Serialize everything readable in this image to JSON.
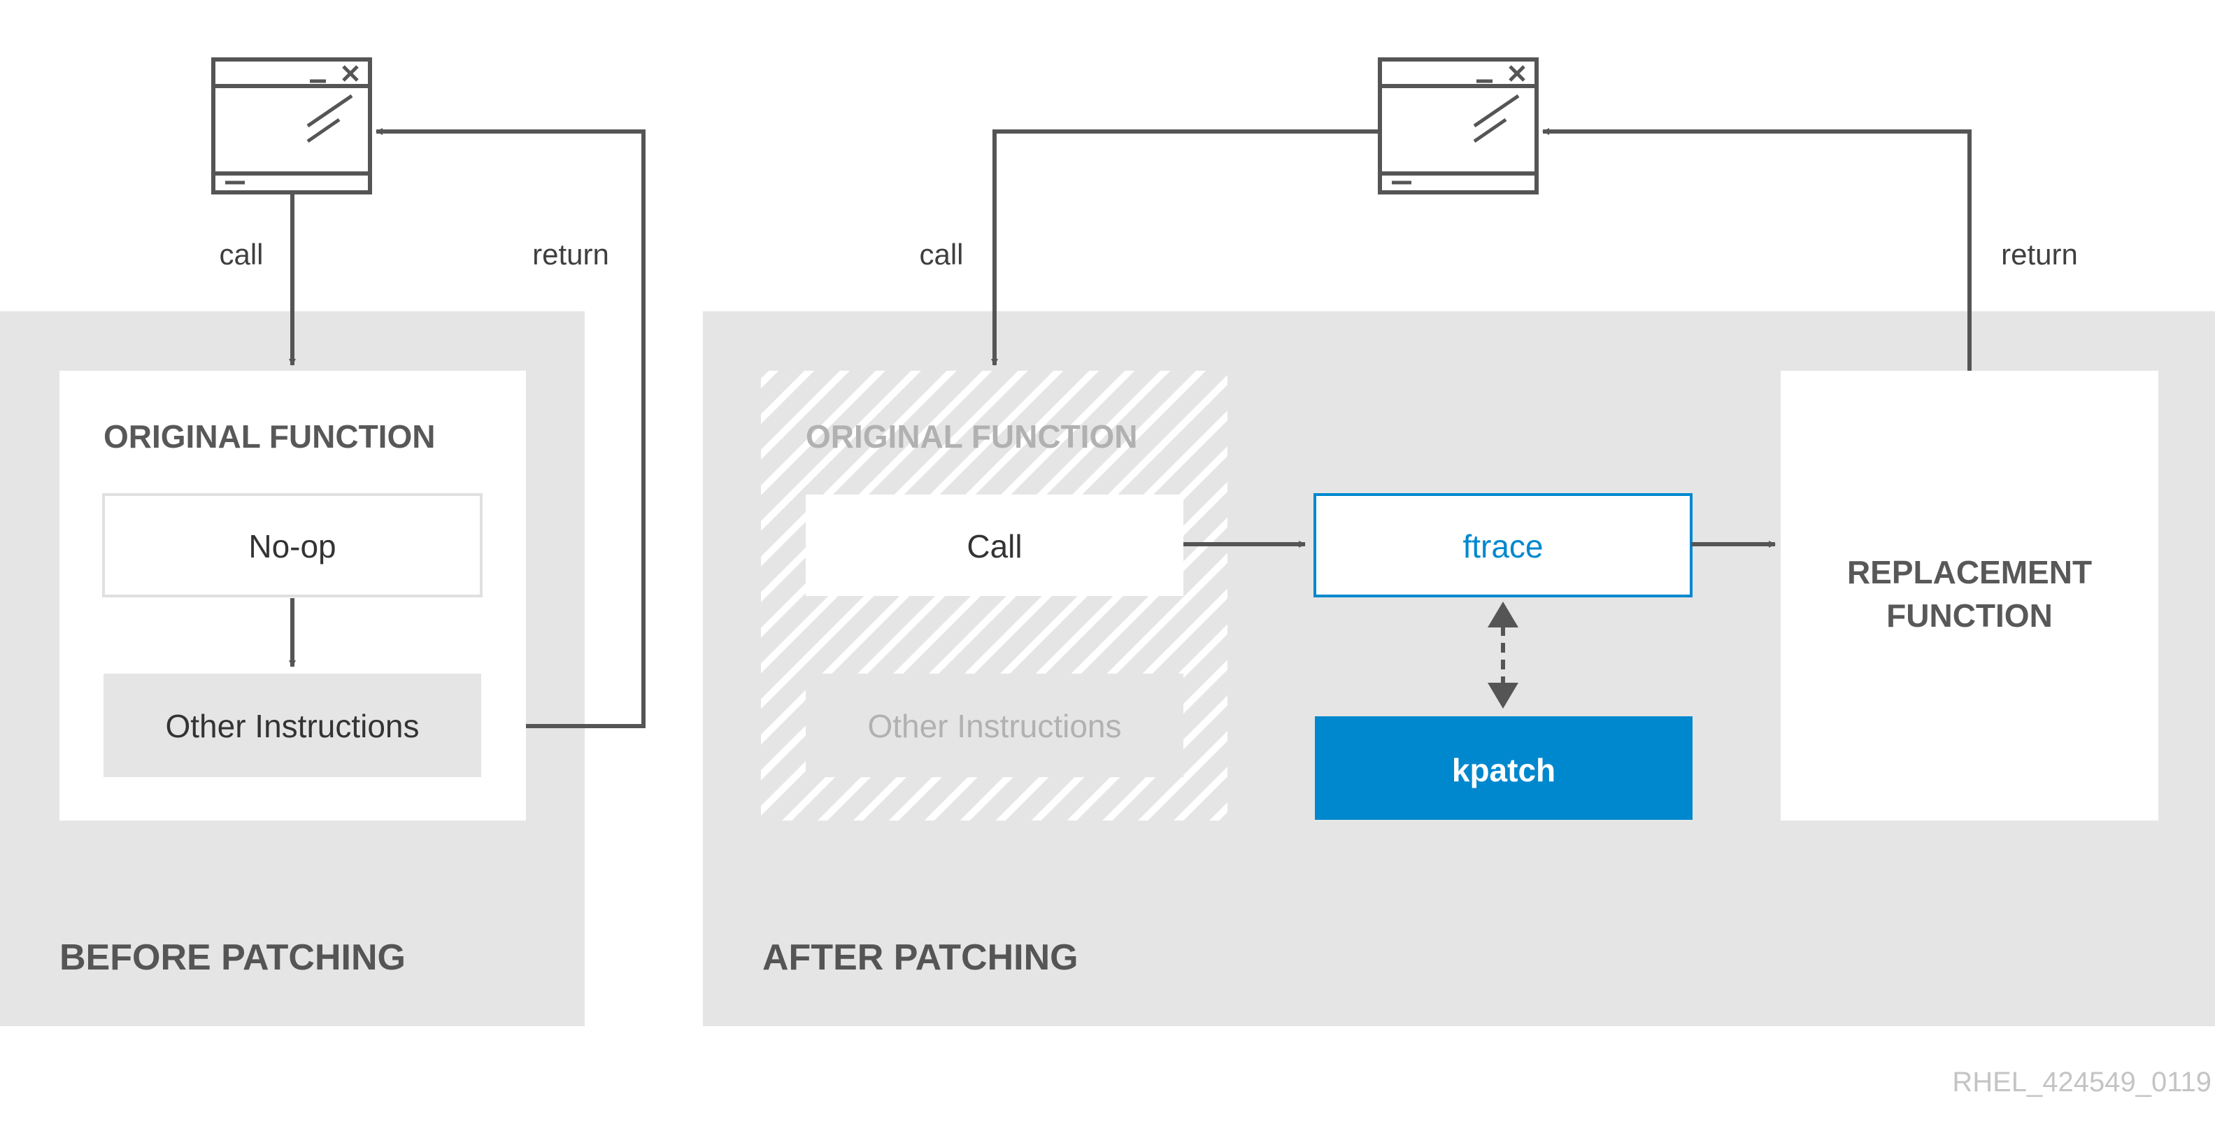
{
  "before": {
    "section_label": "BEFORE PATCHING",
    "call_label": "call",
    "return_label": "return",
    "function_title": "ORIGINAL FUNCTION",
    "noop_label": "No-op",
    "other_label": "Other Instructions"
  },
  "after": {
    "section_label": "AFTER PATCHING",
    "call_label": "call",
    "return_label": "return",
    "function_title": "ORIGINAL FUNCTION",
    "call_box_label": "Call",
    "other_label": "Other Instructions",
    "ftrace_label": "ftrace",
    "kpatch_label": "kpatch",
    "replacement_label_line1": "REPLACEMENT",
    "replacement_label_line2": "FUNCTION"
  },
  "image_id": "RHEL_424549_0119",
  "colors": {
    "panel": "#e5e5e5",
    "arrow": "#555555",
    "ftrace_border": "#0088ce",
    "kpatch_fill": "#0088ce",
    "dimmed_text": "#b1b1b1"
  },
  "icons": [
    "application-window-icon",
    "application-window-icon"
  ]
}
